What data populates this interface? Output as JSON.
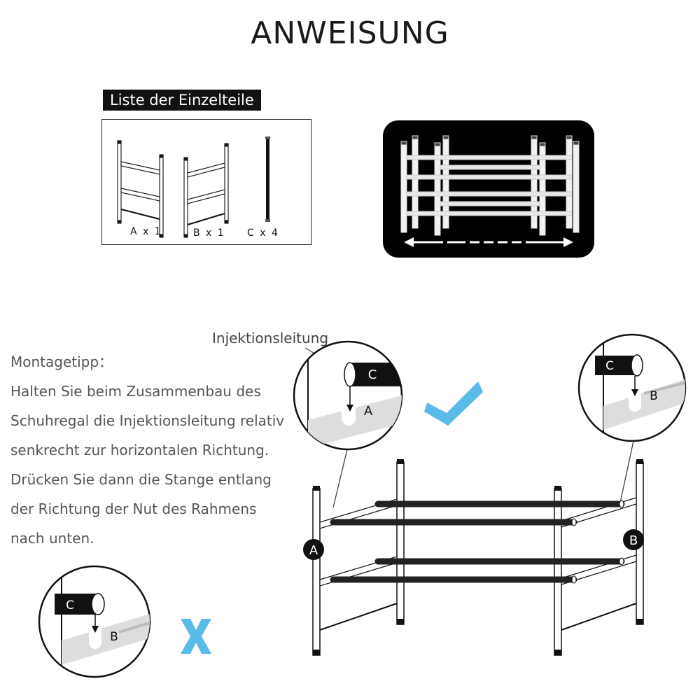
{
  "title": "ANWEISUNG",
  "parts": {
    "heading": "Liste der Einzelteile",
    "items": [
      {
        "label": "A x 1"
      },
      {
        "label": "B x 1"
      },
      {
        "label": "C x 4"
      }
    ]
  },
  "tip": {
    "lines": [
      "Montagetipp：",
      "Halten Sie beim Zusammenbau des",
      "Schuhregal die Injektionsleitung relativ",
      "senkrecht zur horizontalen Richtung.",
      "Drücken Sie dann die Stange entlang",
      "der Richtung der Nut des Rahmens",
      "nach unten."
    ]
  },
  "diagram": {
    "injection_label": "Injektionsleitung",
    "detail_left": {
      "rod": "C",
      "groove": "A"
    },
    "detail_right": {
      "rod": "C",
      "groove": "B"
    },
    "detail_wrong": {
      "rod": "C",
      "groove": "B"
    },
    "frame_a": "A",
    "frame_b": "B",
    "correct_icon": "checkmark-icon",
    "wrong_icon": "cross-icon",
    "accent_color": "#5bbbe8"
  }
}
